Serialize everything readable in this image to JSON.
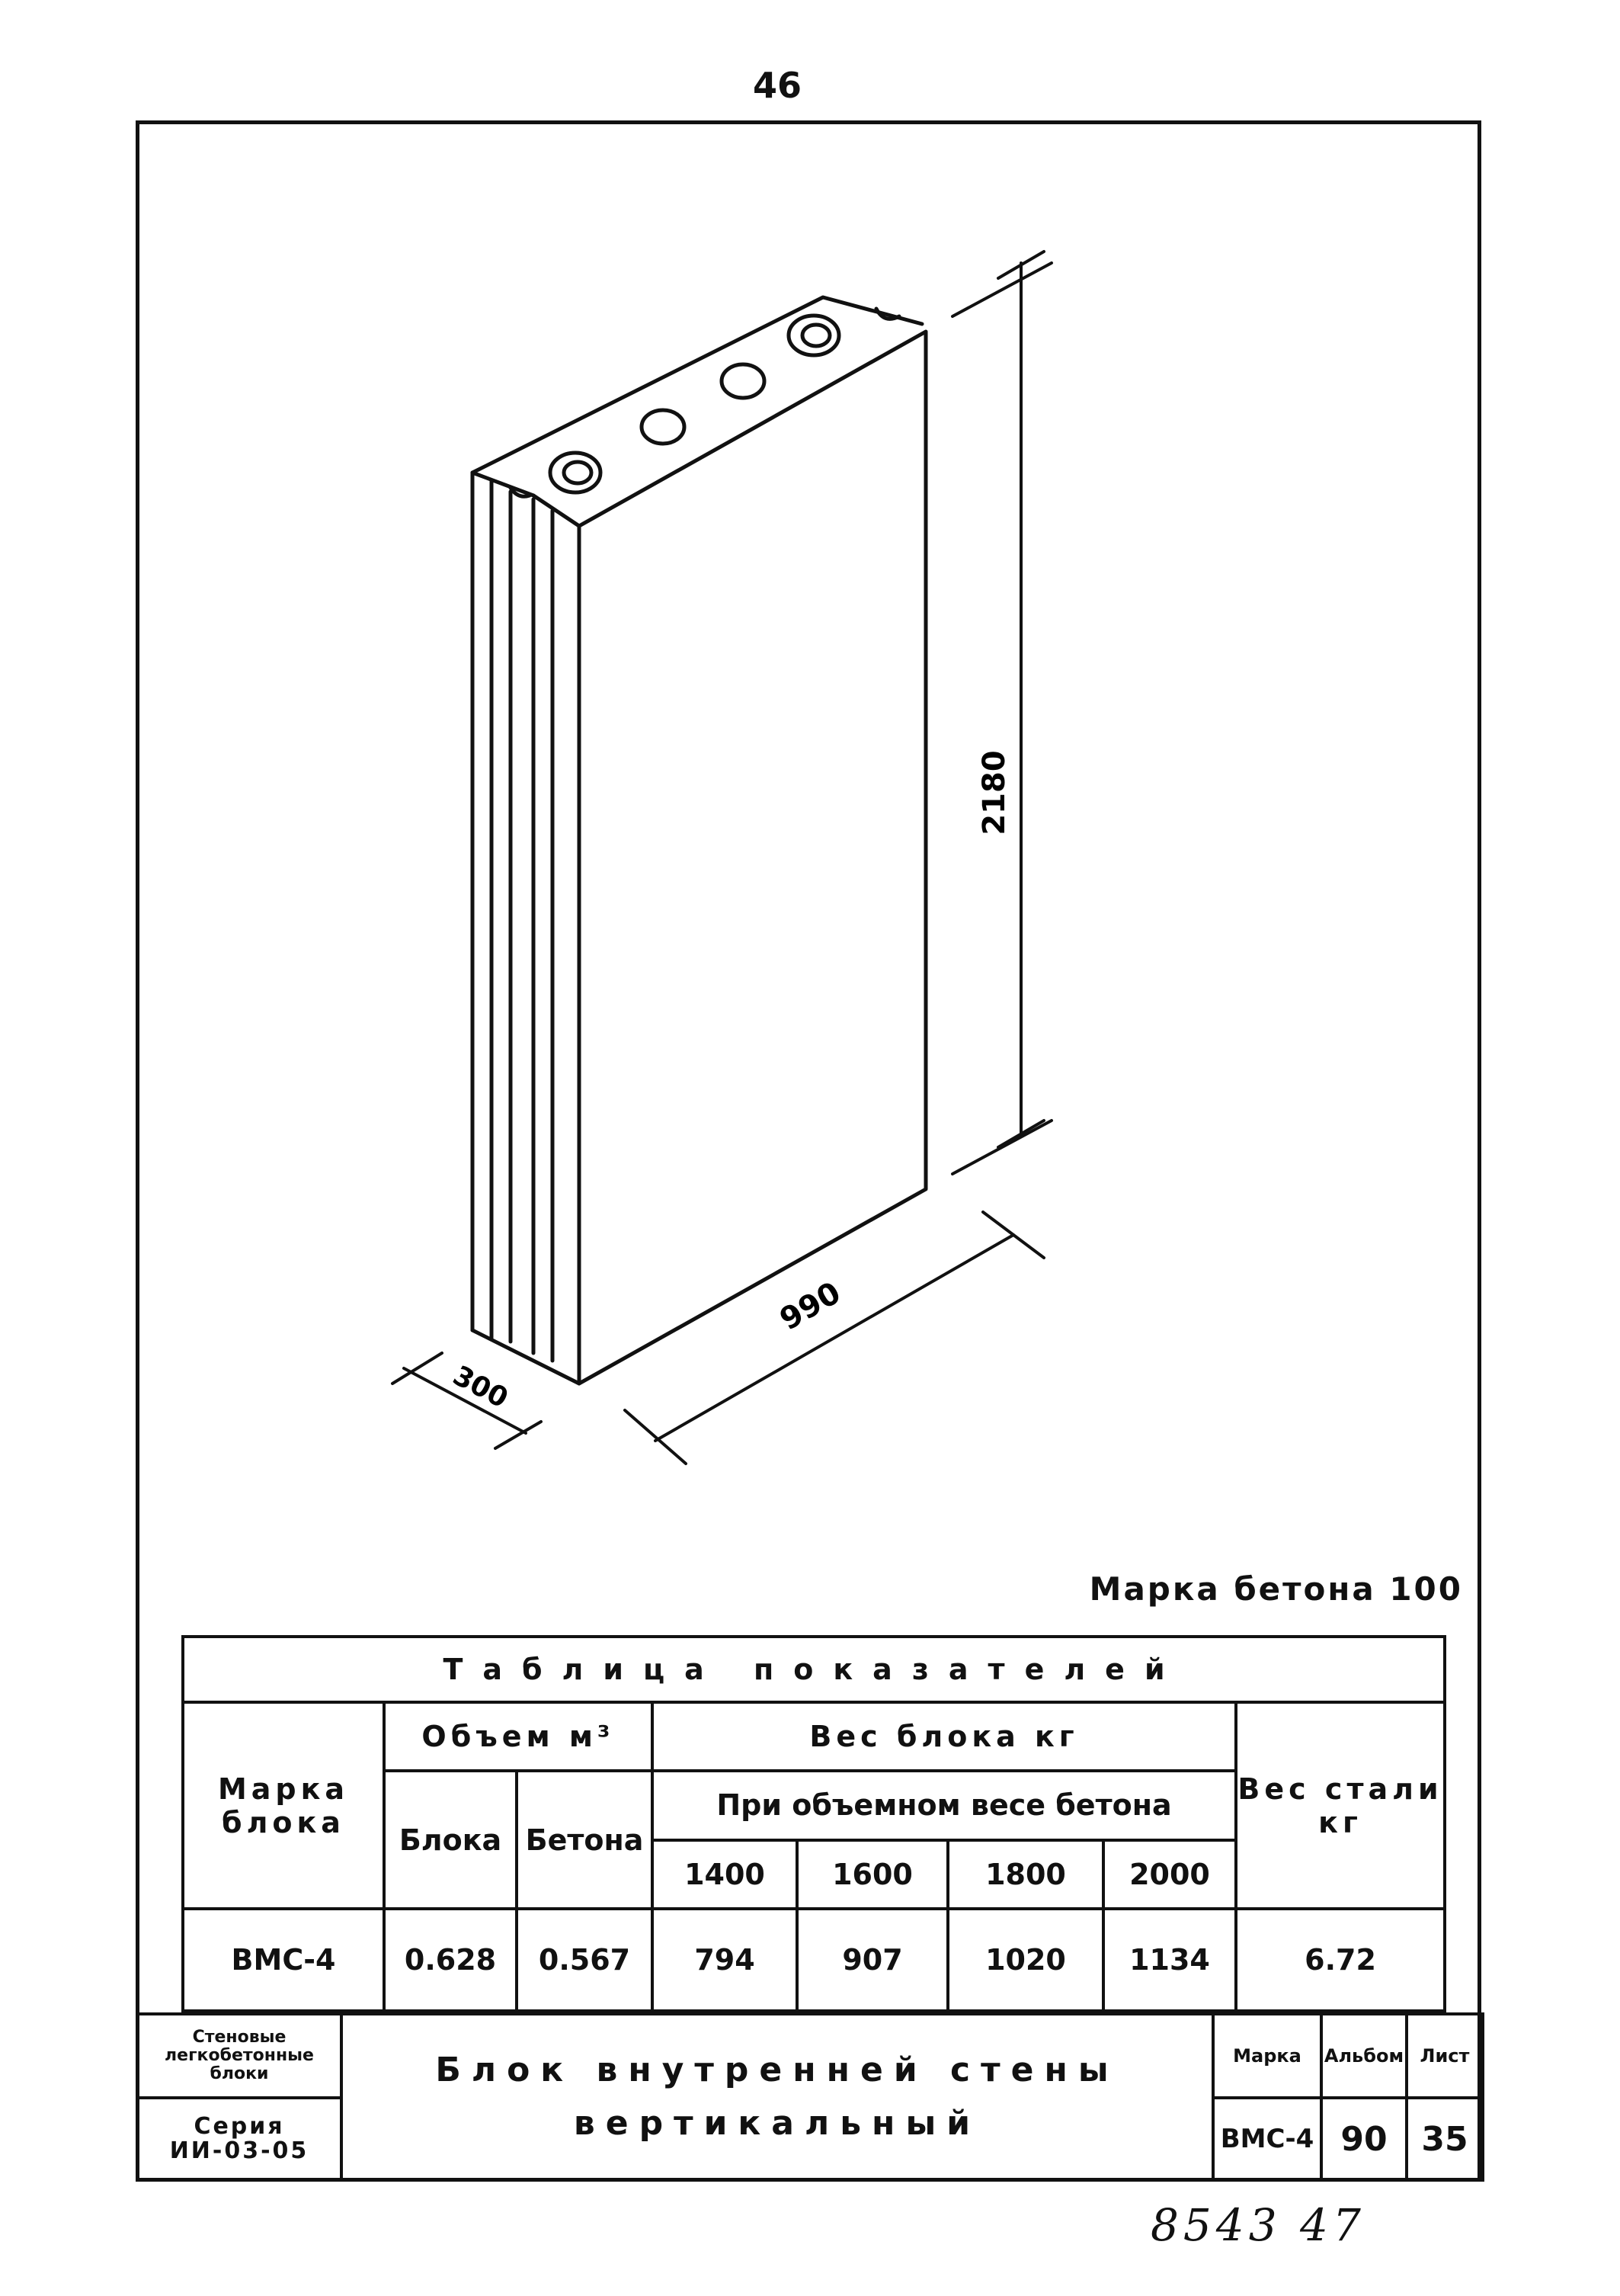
{
  "page_number": "46",
  "drawing": {
    "dim_height": "2180",
    "dim_length": "990",
    "dim_thickness": "300"
  },
  "concrete_grade_note": "Марка бетона 100",
  "table": {
    "title": "Таблица показателей",
    "col_mark": "Марка блока",
    "col_volume": "Объем м³",
    "col_volume_block": "Блока",
    "col_volume_concrete": "Бетона",
    "col_weight": "Вес блока кг",
    "col_weight_sub": "При объемном весе бетона",
    "densities": [
      "1400",
      "1600",
      "1800",
      "2000"
    ],
    "col_steel": "Вес стали кг",
    "row": {
      "mark": "ВМС-4",
      "volume_block": "0.628",
      "volume_concrete": "0.567",
      "weights": [
        "794",
        "907",
        "1020",
        "1134"
      ],
      "steel": "6.72"
    }
  },
  "stamp": {
    "org": "Стеновые легкобетонные блоки",
    "series_label": "Серия",
    "series_value": "ИИ-03-05",
    "title_line1": "Блок внутренней стены",
    "title_line2": "вертикальный",
    "mark_label": "Марка",
    "mark_value": "ВМС-4",
    "album_label": "Альбом",
    "album_value": "90",
    "sheet_label": "Лист",
    "sheet_value": "35"
  },
  "handwritten_note": "8543 47"
}
